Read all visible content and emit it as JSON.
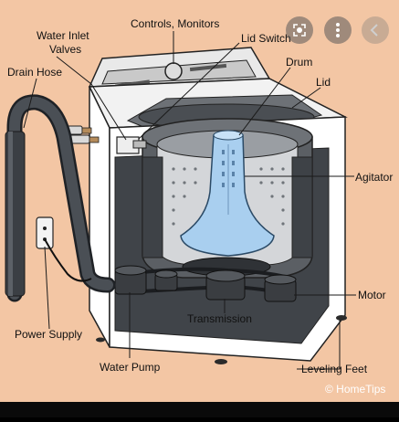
{
  "diagram": {
    "labels": {
      "controls": "Controls, Monitors",
      "inlet_line1": "Water Inlet",
      "inlet_line2": "Valves",
      "lid_switch": "Lid Switch",
      "drain_hose": "Drain Hose",
      "drum": "Drum",
      "lid": "Lid",
      "agitator": "Agitator",
      "motor": "Motor",
      "transmission": "Transmission",
      "power_supply": "Power Supply",
      "water_pump": "Water Pump",
      "leveling_feet": "Leveling Feet"
    },
    "credit": "© HomeTips"
  },
  "overlay": {
    "icons": [
      "lens-icon",
      "more-vert-icon",
      "chevron-left-icon"
    ]
  },
  "colors": {
    "background": "#f3c6a4",
    "frame": "#0a0a0a",
    "cabinet": "#ffffff",
    "tub_dark": "#55595e",
    "agitator": "#a9cfef",
    "hose": "#3b3f44",
    "leader": "#1a1a1a"
  }
}
